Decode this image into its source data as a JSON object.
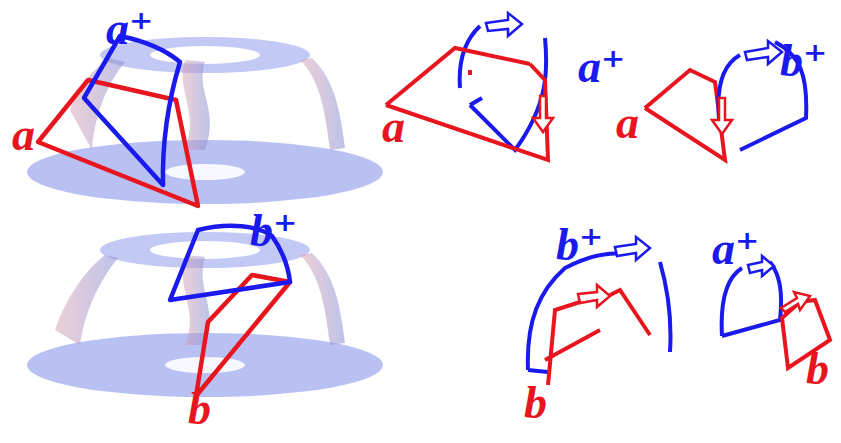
{
  "diagram": {
    "labels": [
      "a⁺",
      "a⁺",
      "b⁺",
      "a",
      "a",
      "a",
      "b⁺",
      "b⁺",
      "a⁺",
      "b",
      "b",
      "b"
    ]
  }
}
